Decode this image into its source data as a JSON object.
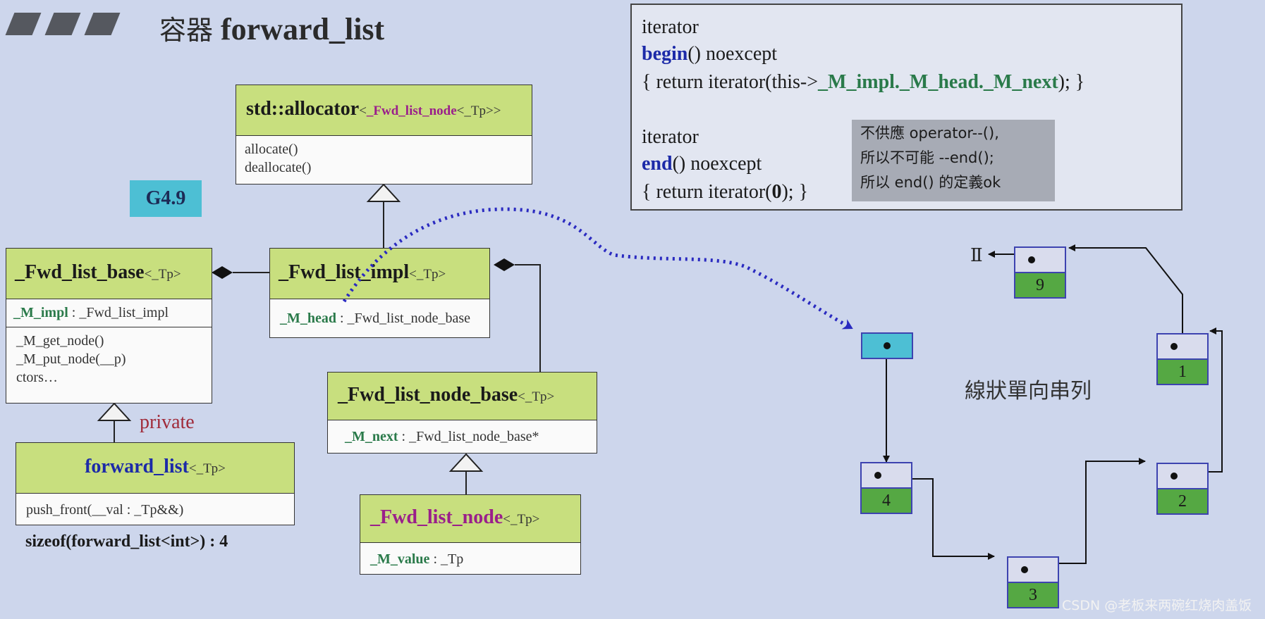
{
  "header": {
    "title_cn": "容器",
    "title_en": "forward_list"
  },
  "badge": "G4.9",
  "allocator": {
    "name": "std::allocator",
    "tparam_open": "<",
    "tparam_node": "_Fwd_list_node",
    "tparam_rest": "<_Tp>>",
    "methods": [
      "allocate()",
      "deallocate()"
    ]
  },
  "base": {
    "name": "_Fwd_list_base",
    "tparam": "<_Tp>",
    "member_name": "_M_impl",
    "member_type": " : _Fwd_list_impl",
    "methods": [
      "_M_get_node()",
      "_M_put_node(__p)",
      "ctors…"
    ]
  },
  "impl": {
    "name": "_Fwd_list_impl",
    "tparam": "<_Tp>",
    "member_name": "_M_head",
    "member_type": " : _Fwd_list_node_base"
  },
  "node_base": {
    "name": "_Fwd_list_node_base",
    "tparam": "<_Tp>",
    "member_name": "_M_next",
    "member_type": " : _Fwd_list_node_base*"
  },
  "node": {
    "name": "_Fwd_list_node",
    "tparam": "<_Tp>",
    "member_name": "_M_value",
    "member_type": " : _Tp"
  },
  "forward_list": {
    "name": "forward_list",
    "tparam": "<_Tp>",
    "method": "push_front(__val : _Tp&&)"
  },
  "private_label": "private",
  "sizeof_text": "sizeof(forward_list<int>) : 4",
  "code": {
    "l1": "iterator",
    "l2_kw": "begin",
    "l2_rest": "() noexcept",
    "l3_a": "{ return iterator(this->",
    "l3_mem": "_M_impl._M_head._M_next",
    "l3_b": "); }",
    "l4": "iterator",
    "l5_kw": "end",
    "l5_rest": "() noexcept",
    "l6_a": "{ return iterator(",
    "l6_bold": "0",
    "l6_b": "); }"
  },
  "note": [
    "不供應 operator--(),",
    "所以不可能 --end();",
    "所以 end() 的定義ok"
  ],
  "list_label": "線狀單向串列",
  "null_symbol": "Ⅱ",
  "list_values": [
    "9",
    "1",
    "2",
    "3",
    "4"
  ],
  "watermark": "CSDN @老板来两碗红烧肉盖饭"
}
